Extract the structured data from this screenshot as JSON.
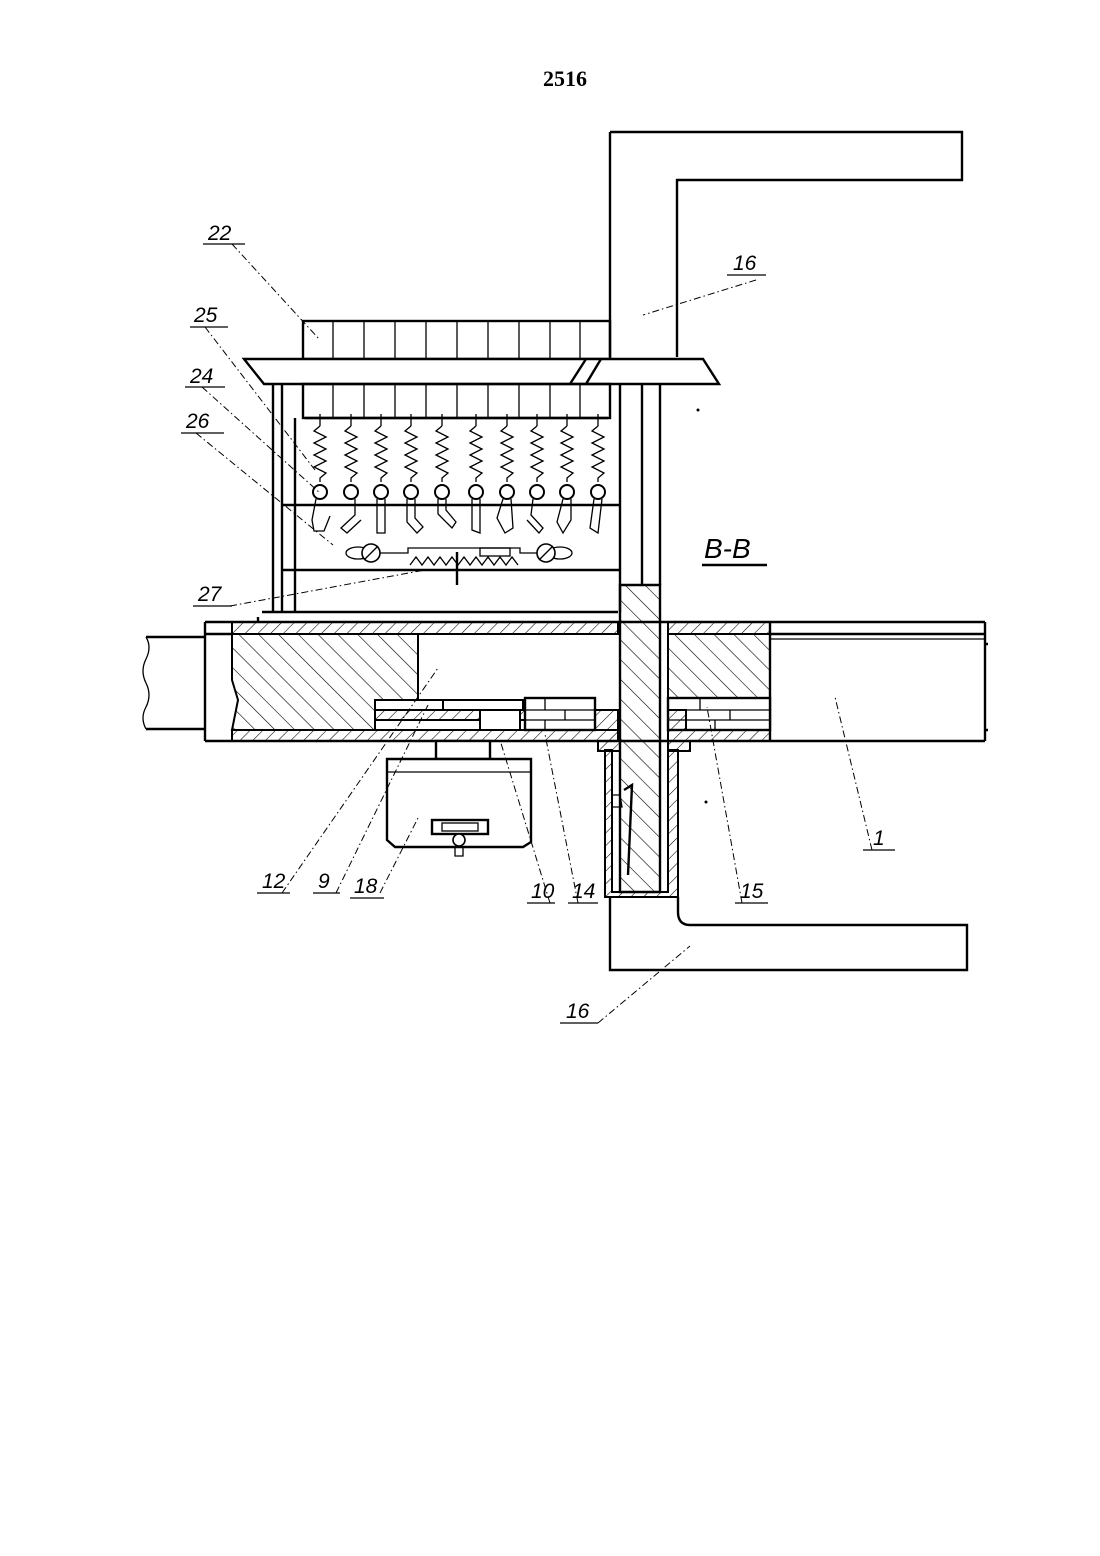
{
  "page_number": "2516",
  "section_label": "B-B",
  "callouts": {
    "c22": "22",
    "c25": "25",
    "c24": "24",
    "c26": "26",
    "c27": "27",
    "c16_top": "16",
    "c16_bottom": "16",
    "c12": "12",
    "c9": "9",
    "c18": "18",
    "c10": "10",
    "c14": "14",
    "c15": "15",
    "c1": "1"
  }
}
